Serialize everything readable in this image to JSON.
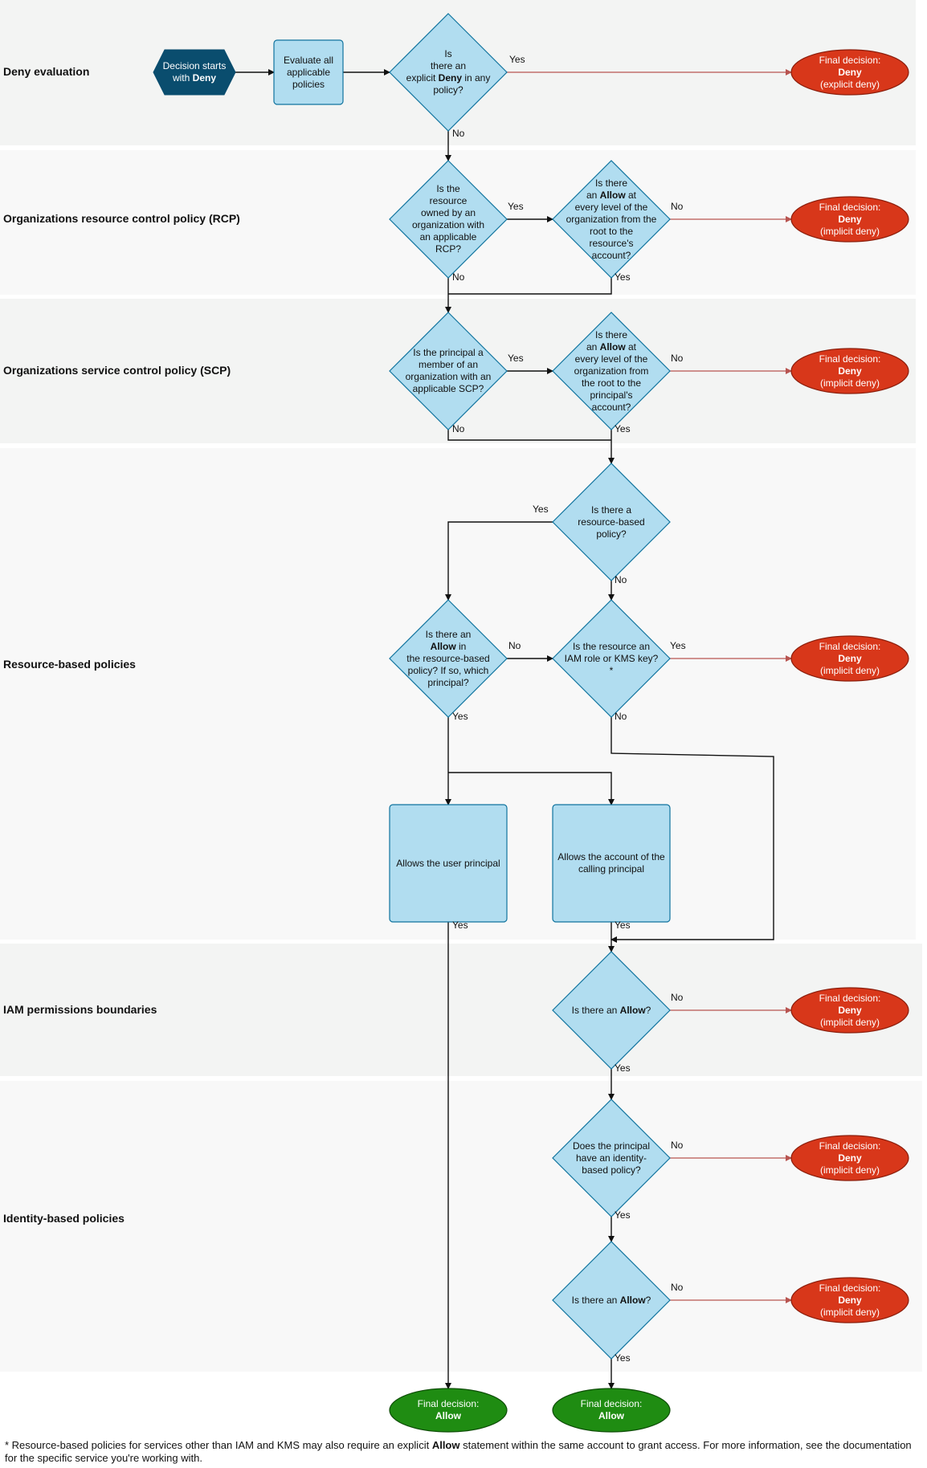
{
  "lanes": [
    {
      "id": "deny",
      "label": "Deny evaluation"
    },
    {
      "id": "rcp",
      "label": "Organizations resource control policy (RCP)"
    },
    {
      "id": "scp",
      "label": "Organizations service control policy (SCP)"
    },
    {
      "id": "rbp",
      "label": "Resource-based policies"
    },
    {
      "id": "pb",
      "label": "IAM permissions boundaries"
    },
    {
      "id": "ibp",
      "label": "Identity-based policies"
    }
  ],
  "nodes": [
    {
      "id": "start",
      "shape": "hexagon",
      "text": [
        "Decision starts",
        "with **Deny**"
      ]
    },
    {
      "id": "eval",
      "shape": "box",
      "text": [
        "Evaluate all",
        "applicable",
        "policies"
      ]
    },
    {
      "id": "q_deny",
      "shape": "diamond",
      "text": [
        "Is",
        "there an",
        "explicit **Deny** in any",
        "policy?"
      ]
    },
    {
      "id": "deny_explicit",
      "shape": "ellipse-red",
      "text": [
        "Final decision:",
        "**Deny**",
        "(explicit deny)"
      ]
    },
    {
      "id": "q_rcp1",
      "shape": "diamond",
      "text": [
        "Is the",
        "resource",
        "owned by an",
        "organization with",
        "an applicable",
        "RCP?"
      ]
    },
    {
      "id": "q_rcp2",
      "shape": "diamond",
      "text": [
        "Is there",
        "an **Allow** at",
        "every level of the",
        "organization from the",
        "root to the",
        "resource's",
        "account?"
      ]
    },
    {
      "id": "deny_rcp",
      "shape": "ellipse-red",
      "text": [
        "Final decision:",
        "**Deny**",
        "(implicit deny)"
      ]
    },
    {
      "id": "q_scp1",
      "shape": "diamond",
      "text": [
        "Is the principal a",
        "member of an",
        "organization with an",
        "applicable SCP?"
      ]
    },
    {
      "id": "q_scp2",
      "shape": "diamond",
      "text": [
        "Is there",
        "an **Allow** at",
        "every level of the",
        "organization from",
        "the root to the",
        "principal's",
        "account?"
      ]
    },
    {
      "id": "deny_scp",
      "shape": "ellipse-red",
      "text": [
        "Final decision:",
        "**Deny**",
        "(implicit deny)"
      ]
    },
    {
      "id": "q_rbp",
      "shape": "diamond",
      "text": [
        "Is there a",
        "resource-based",
        "policy?"
      ]
    },
    {
      "id": "q_rbp_allow",
      "shape": "diamond",
      "text": [
        "Is there an",
        "**Allow** in",
        "the resource-based",
        "policy? If so, which",
        "principal?"
      ]
    },
    {
      "id": "q_iam_kms",
      "shape": "diamond",
      "text": [
        "Is the resource an",
        "IAM role or KMS key?*"
      ]
    },
    {
      "id": "deny_rbp",
      "shape": "ellipse-red",
      "text": [
        "Final decision:",
        "**Deny**",
        "(implicit deny)"
      ]
    },
    {
      "id": "allow_user",
      "shape": "box",
      "text": [
        "Allows the user principal"
      ]
    },
    {
      "id": "allow_account",
      "shape": "box",
      "text": [
        "Allows the account of the",
        "calling principal"
      ]
    },
    {
      "id": "q_pb",
      "shape": "diamond",
      "text": [
        "Is there an **Allow**?"
      ]
    },
    {
      "id": "deny_pb",
      "shape": "ellipse-red",
      "text": [
        "Final decision:",
        "**Deny**",
        "(implicit deny)"
      ]
    },
    {
      "id": "q_ibp",
      "shape": "diamond",
      "text": [
        "Does the principal",
        "have an identity-",
        "based policy?"
      ]
    },
    {
      "id": "deny_ibp",
      "shape": "ellipse-red",
      "text": [
        "Final decision:",
        "**Deny**",
        "(implicit deny)"
      ]
    },
    {
      "id": "q_ibp_allow",
      "shape": "diamond",
      "text": [
        "Is there an **Allow**?"
      ]
    },
    {
      "id": "deny_ibp2",
      "shape": "ellipse-red",
      "text": [
        "Final decision:",
        "**Deny**",
        "(implicit deny)"
      ]
    },
    {
      "id": "allow_final_1",
      "shape": "ellipse-green",
      "text": [
        "Final decision:",
        "**Allow**"
      ]
    },
    {
      "id": "allow_final_2",
      "shape": "ellipse-green",
      "text": [
        "Final decision:",
        "**Allow**"
      ]
    }
  ],
  "edges": [
    {
      "id": "e1",
      "from": "start",
      "to": "eval",
      "label": ""
    },
    {
      "id": "e2",
      "from": "eval",
      "to": "q_deny",
      "label": ""
    },
    {
      "id": "e3",
      "from": "q_deny",
      "to": "deny_explicit",
      "label": "Yes"
    },
    {
      "id": "e4",
      "from": "q_deny",
      "to": "q_rcp1",
      "label": "No"
    },
    {
      "id": "e5",
      "from": "q_rcp1",
      "to": "q_rcp2",
      "label": "Yes"
    },
    {
      "id": "e6",
      "from": "q_rcp2",
      "to": "deny_rcp",
      "label": "No"
    },
    {
      "id": "e7",
      "from": "q_rcp1",
      "to": "q_scp1",
      "label": "No"
    },
    {
      "id": "e8",
      "from": "q_rcp2",
      "to": "q_scp1",
      "label": "Yes"
    },
    {
      "id": "e9",
      "from": "q_scp1",
      "to": "q_scp2",
      "label": "Yes"
    },
    {
      "id": "e10",
      "from": "q_scp2",
      "to": "deny_scp",
      "label": "No"
    },
    {
      "id": "e11",
      "from": "q_scp1",
      "to": "q_rbp",
      "label": "No"
    },
    {
      "id": "e12",
      "from": "q_scp2",
      "to": "q_rbp",
      "label": "Yes"
    },
    {
      "id": "e13",
      "from": "q_rbp",
      "to": "q_rbp_allow",
      "label": "Yes"
    },
    {
      "id": "e14",
      "from": "q_rbp",
      "to": "q_iam_kms",
      "label": "No"
    },
    {
      "id": "e15",
      "from": "q_rbp_allow",
      "to": "q_iam_kms",
      "label": "No"
    },
    {
      "id": "e16",
      "from": "q_iam_kms",
      "to": "deny_rbp",
      "label": "Yes"
    },
    {
      "id": "e17",
      "from": "q_rbp_allow",
      "to": "allow_user",
      "label": "Yes"
    },
    {
      "id": "e18",
      "from": "q_rbp_allow",
      "to": "allow_account",
      "label": ""
    },
    {
      "id": "e19",
      "from": "q_iam_kms",
      "to": "q_pb",
      "label": "No"
    },
    {
      "id": "e20",
      "from": "allow_account",
      "to": "q_pb",
      "label": "Yes"
    },
    {
      "id": "e21",
      "from": "allow_user",
      "to": "allow_final_1",
      "label": "Yes"
    },
    {
      "id": "e22",
      "from": "q_pb",
      "to": "deny_pb",
      "label": "No"
    },
    {
      "id": "e23",
      "from": "q_pb",
      "to": "q_ibp",
      "label": "Yes"
    },
    {
      "id": "e24",
      "from": "q_ibp",
      "to": "deny_ibp",
      "label": "No"
    },
    {
      "id": "e25",
      "from": "q_ibp",
      "to": "q_ibp_allow",
      "label": "Yes"
    },
    {
      "id": "e26",
      "from": "q_ibp_allow",
      "to": "deny_ibp2",
      "label": "No"
    },
    {
      "id": "e27",
      "from": "q_ibp_allow",
      "to": "allow_final_2",
      "label": "Yes"
    }
  ],
  "footnote": {
    "before": "* Resource-based policies for services other than IAM and KMS may also require an explicit ",
    "bold": "Allow",
    "after": " statement within the same account to grant access. For more information, see the documentation for the specific service you're working with."
  },
  "colors": {
    "band": "#f3f4f3",
    "band_alt": "#f8f8f8",
    "diamond_fill": "#b1ddf0",
    "diamond_stroke": "#10739e",
    "box_fill": "#b1ddf0",
    "start_fill": "#0a4d6e",
    "deny_fill": "#d8371a",
    "deny_stroke": "#8b1d0b",
    "allow_fill": "#1f8c12",
    "allow_stroke": "#0d4d06",
    "arrow": "#111111",
    "deny_arrow": "#b85450"
  }
}
